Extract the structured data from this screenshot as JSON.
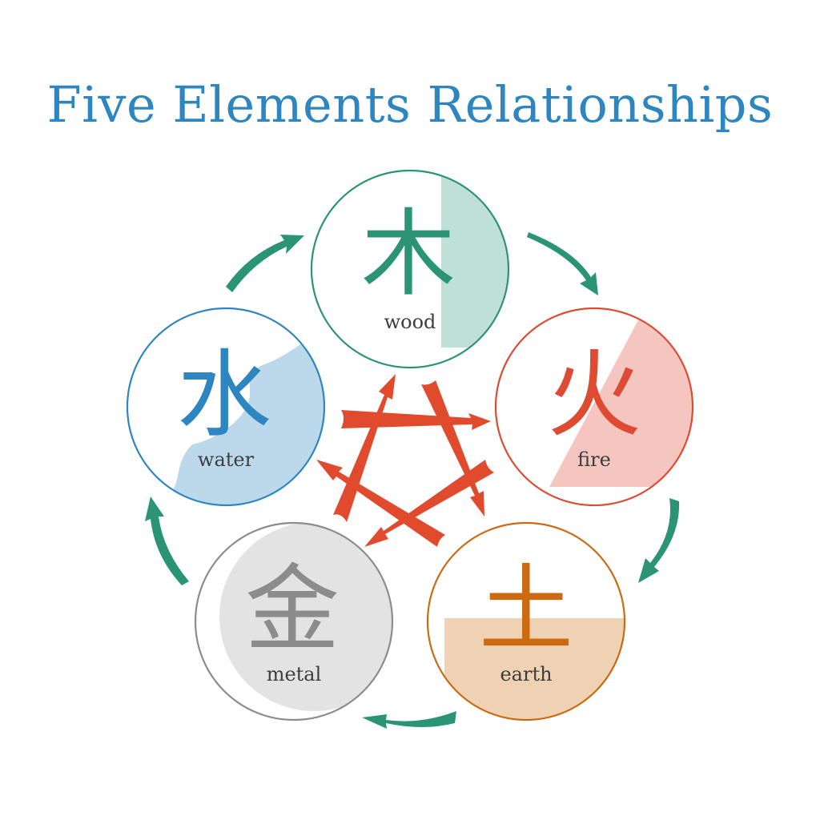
{
  "title": "Five Elements Relationships",
  "elements": [
    {
      "id": "wood",
      "char": "木",
      "label": "wood",
      "stroke": "#2a9474",
      "char_color": "#2a9474",
      "fill": "#bfe0d6"
    },
    {
      "id": "fire",
      "char": "火",
      "label": "fire",
      "stroke": "#dd4b33",
      "char_color": "#dd4b33",
      "fill": "#f5c6bf"
    },
    {
      "id": "earth",
      "char": "土",
      "label": "earth",
      "stroke": "#cc6a12",
      "char_color": "#cc6a12",
      "fill": "#efd2b3"
    },
    {
      "id": "metal",
      "char": "金",
      "label": "metal",
      "stroke": "#8c8c8c",
      "char_color": "#8c8c8c",
      "fill": "#e3e3e3"
    },
    {
      "id": "water",
      "char": "水",
      "label": "water",
      "stroke": "#2e86c1",
      "char_color": "#2e86c1",
      "fill": "#bcd9ec"
    }
  ],
  "generating_cycle": {
    "color": "#2a9474",
    "arrows": [
      {
        "from": "wood",
        "to": "fire"
      },
      {
        "from": "fire",
        "to": "earth"
      },
      {
        "from": "earth",
        "to": "metal"
      },
      {
        "from": "metal",
        "to": "water"
      },
      {
        "from": "water",
        "to": "wood"
      }
    ]
  },
  "controlling_cycle": {
    "color": "#e04b2e",
    "arrows": [
      {
        "from": "water",
        "to": "fire"
      },
      {
        "from": "fire",
        "to": "metal"
      },
      {
        "from": "metal",
        "to": "wood"
      },
      {
        "from": "wood",
        "to": "earth"
      },
      {
        "from": "earth",
        "to": "water"
      }
    ]
  }
}
